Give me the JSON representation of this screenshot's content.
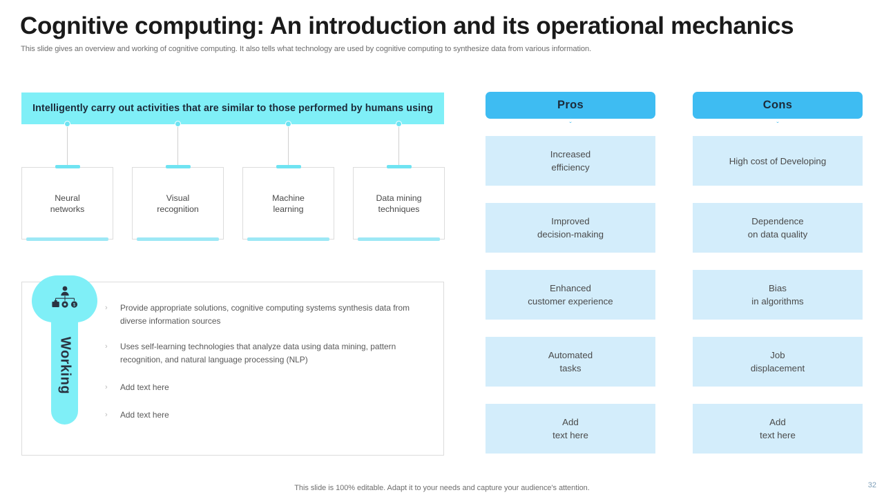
{
  "header": {
    "title": "Cognitive computing: An introduction and its operational mechanics",
    "subtitle": "This slide gives an overview and working of cognitive computing. It also tells what technology are used by cognitive computing to synthesize data from various information."
  },
  "technologies": {
    "banner_text": "Intelligently carry out activities that are similar to those performed by humans using",
    "cards": [
      {
        "label": "Neural\nnetworks"
      },
      {
        "label": "Visual\nrecognition"
      },
      {
        "label": "Machine\nlearning"
      },
      {
        "label": "Data mining\ntechniques"
      }
    ]
  },
  "working": {
    "label": "Working",
    "icon": "org-chart-icon",
    "bullet_marker": "›",
    "bullets": [
      "Provide appropriate solutions, cognitive computing systems synthesis data from diverse information sources",
      "Uses self-learning technologies that analyze data using data mining, pattern recognition, and natural language processing (NLP)",
      "Add text here",
      "Add text here"
    ]
  },
  "comparison": {
    "chevron_marker": "ˇ",
    "columns": [
      {
        "title": "Pros",
        "items": [
          "Increased\nefficiency",
          "Improved\ndecision-making",
          "Enhanced\ncustomer experience",
          "Automated\ntasks",
          "Add\ntext here"
        ]
      },
      {
        "title": "Cons",
        "items": [
          "High cost of Developing",
          "Dependence\non data quality",
          "Bias\nin algorithms",
          "Job\ndisplacement",
          "Add\ntext here"
        ]
      }
    ]
  },
  "footer": {
    "note": "This slide is 100% editable. Adapt it to your needs and capture your audience's attention.",
    "page_number": "32"
  },
  "colors": {
    "banner_cyan": "#7FEFF7",
    "header_blue": "#3EBCF2",
    "item_light_blue": "#D3EDFB",
    "accent_cyan": "#6FE3F2",
    "text_dark": "#1c2b3a"
  }
}
